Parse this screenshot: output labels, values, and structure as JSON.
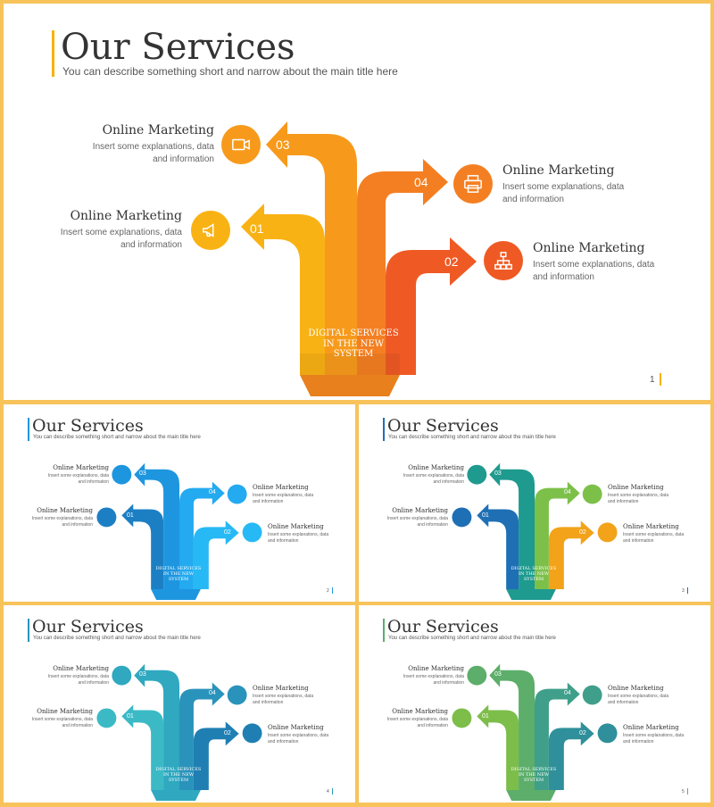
{
  "main": {
    "title": "Our Services",
    "subtitle": "You can describe something short and narrow about the main title here",
    "center_text": "DIGITAL SERVICES IN THE NEW SYSTEM",
    "page": "1",
    "items": [
      {
        "num": "01",
        "title": "Online Marketing",
        "desc": "Insert some explanations, data and information",
        "icon": "megaphone-icon"
      },
      {
        "num": "02",
        "title": "Online Marketing",
        "desc": "Insert some explanations, data and information",
        "icon": "sitemap-icon"
      },
      {
        "num": "03",
        "title": "Online Marketing",
        "desc": "Insert some explanations, data and information",
        "icon": "video-camera-icon"
      },
      {
        "num": "04",
        "title": "Online Marketing",
        "desc": "Insert some explanations, data and information",
        "icon": "printer-icon"
      }
    ]
  },
  "thumbnails": [
    {
      "page": "2",
      "title": "Our Services",
      "subtitle": "You can describe something short and narrow about the main title here",
      "center_text": "DIGITAL SERVICES IN THE NEW SYSTEM",
      "colors": [
        "#1c7fc4",
        "#1e96df",
        "#23aaf0",
        "#27b9f5"
      ],
      "accent": "#1f97dd"
    },
    {
      "page": "3",
      "title": "Our Services",
      "subtitle": "You can describe something short and narrow about the main title here",
      "center_text": "DIGITAL SERVICES IN THE NEW SYSTEM",
      "colors": [
        "#1f6fb5",
        "#1e9a8f",
        "#7cc04a",
        "#f2a31a"
      ],
      "accent": "#1f6fb5"
    },
    {
      "page": "4",
      "title": "Our Services",
      "subtitle": "You can describe something short and narrow about the main title here",
      "center_text": "DIGITAL SERVICES IN THE NEW SYSTEM",
      "colors": [
        "#3bbac6",
        "#2fa8c0",
        "#2a93bb",
        "#1f7fb3"
      ],
      "accent": "#2a93bb"
    },
    {
      "page": "5",
      "title": "Our Services",
      "subtitle": "You can describe something short and narrow about the main title here",
      "center_text": "DIGITAL SERVICES IN THE NEW SYSTEM",
      "colors": [
        "#7dbd4a",
        "#5cae6a",
        "#3f9f8a",
        "#2f8f9a"
      ],
      "accent": "#5cae6a"
    }
  ],
  "main_colors": [
    "#f9b214",
    "#f79a1c",
    "#f47f22",
    "#ef5a24"
  ],
  "thumb_items": {
    "title": "Online Marketing",
    "desc": "Insert some explanations, data and information",
    "nums": [
      "01",
      "02",
      "03",
      "04"
    ]
  }
}
